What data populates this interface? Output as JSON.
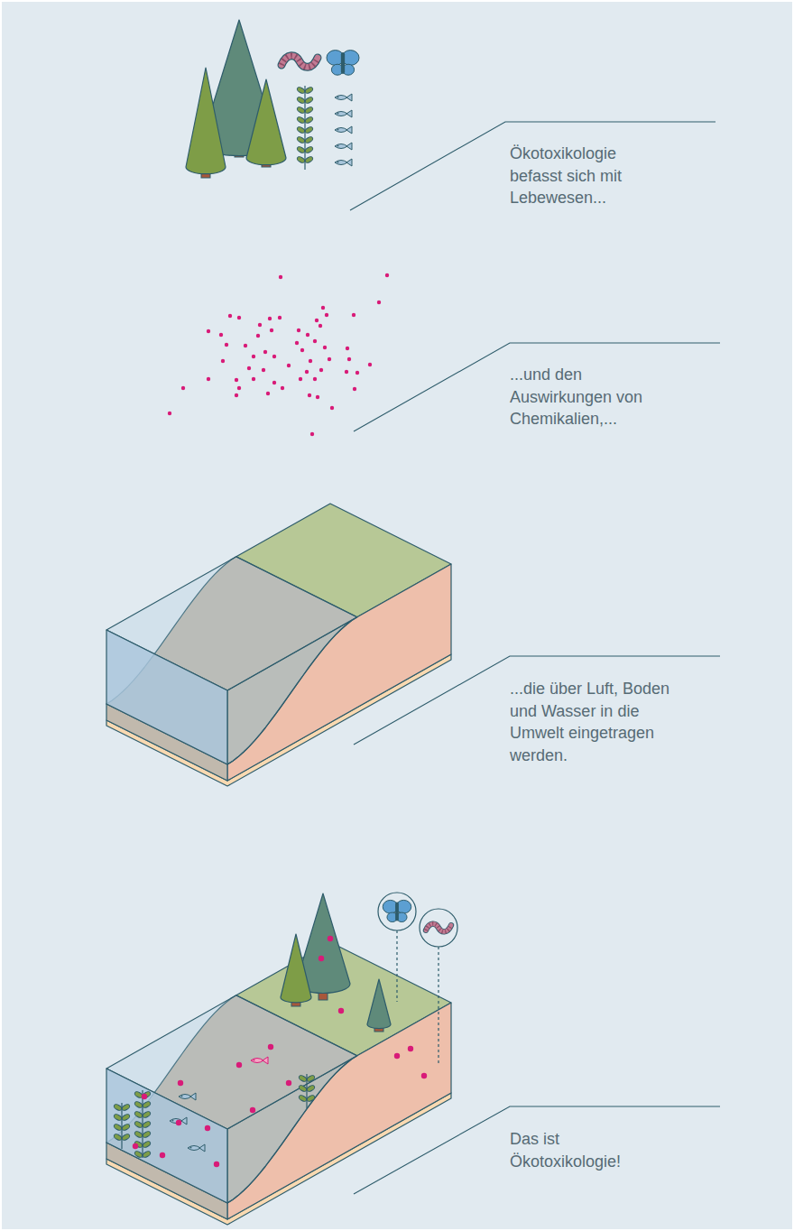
{
  "diagram": {
    "labels": [
      "Ökotoxikologie befasst sich mit Lebewesen...",
      "...und den Auswirkungen von Chemikalien,...",
      "...die über Luft, Boden und Wasser in die Umwelt eingetragen werden.",
      "Das ist Ökotoxikologie!"
    ]
  }
}
